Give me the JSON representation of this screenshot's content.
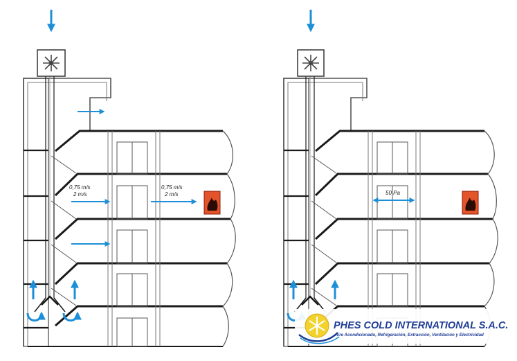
{
  "left_panel": {
    "labels": {
      "stair_velocity_top": "0,75 m/s",
      "stair_velocity_bottom": "2 m/s",
      "corridor_velocity_top": "0,75 m/s",
      "corridor_velocity_bottom": "2 m/s"
    }
  },
  "right_panel": {
    "labels": {
      "pressure_difference": "50 Pa"
    }
  },
  "logo": {
    "title": "PHES COLD INTERNATIONAL S.A.C.",
    "subtitle": "Aire Acondicionado, Refrigeración, Extracción, Ventilación y Electricidad"
  },
  "colors": {
    "arrow": "#1d8fd8",
    "wall": "#1a1a1a",
    "fire_box": "#e4542a",
    "logo_text": "#1e3d96",
    "logo_sun": "#f2d22e"
  }
}
